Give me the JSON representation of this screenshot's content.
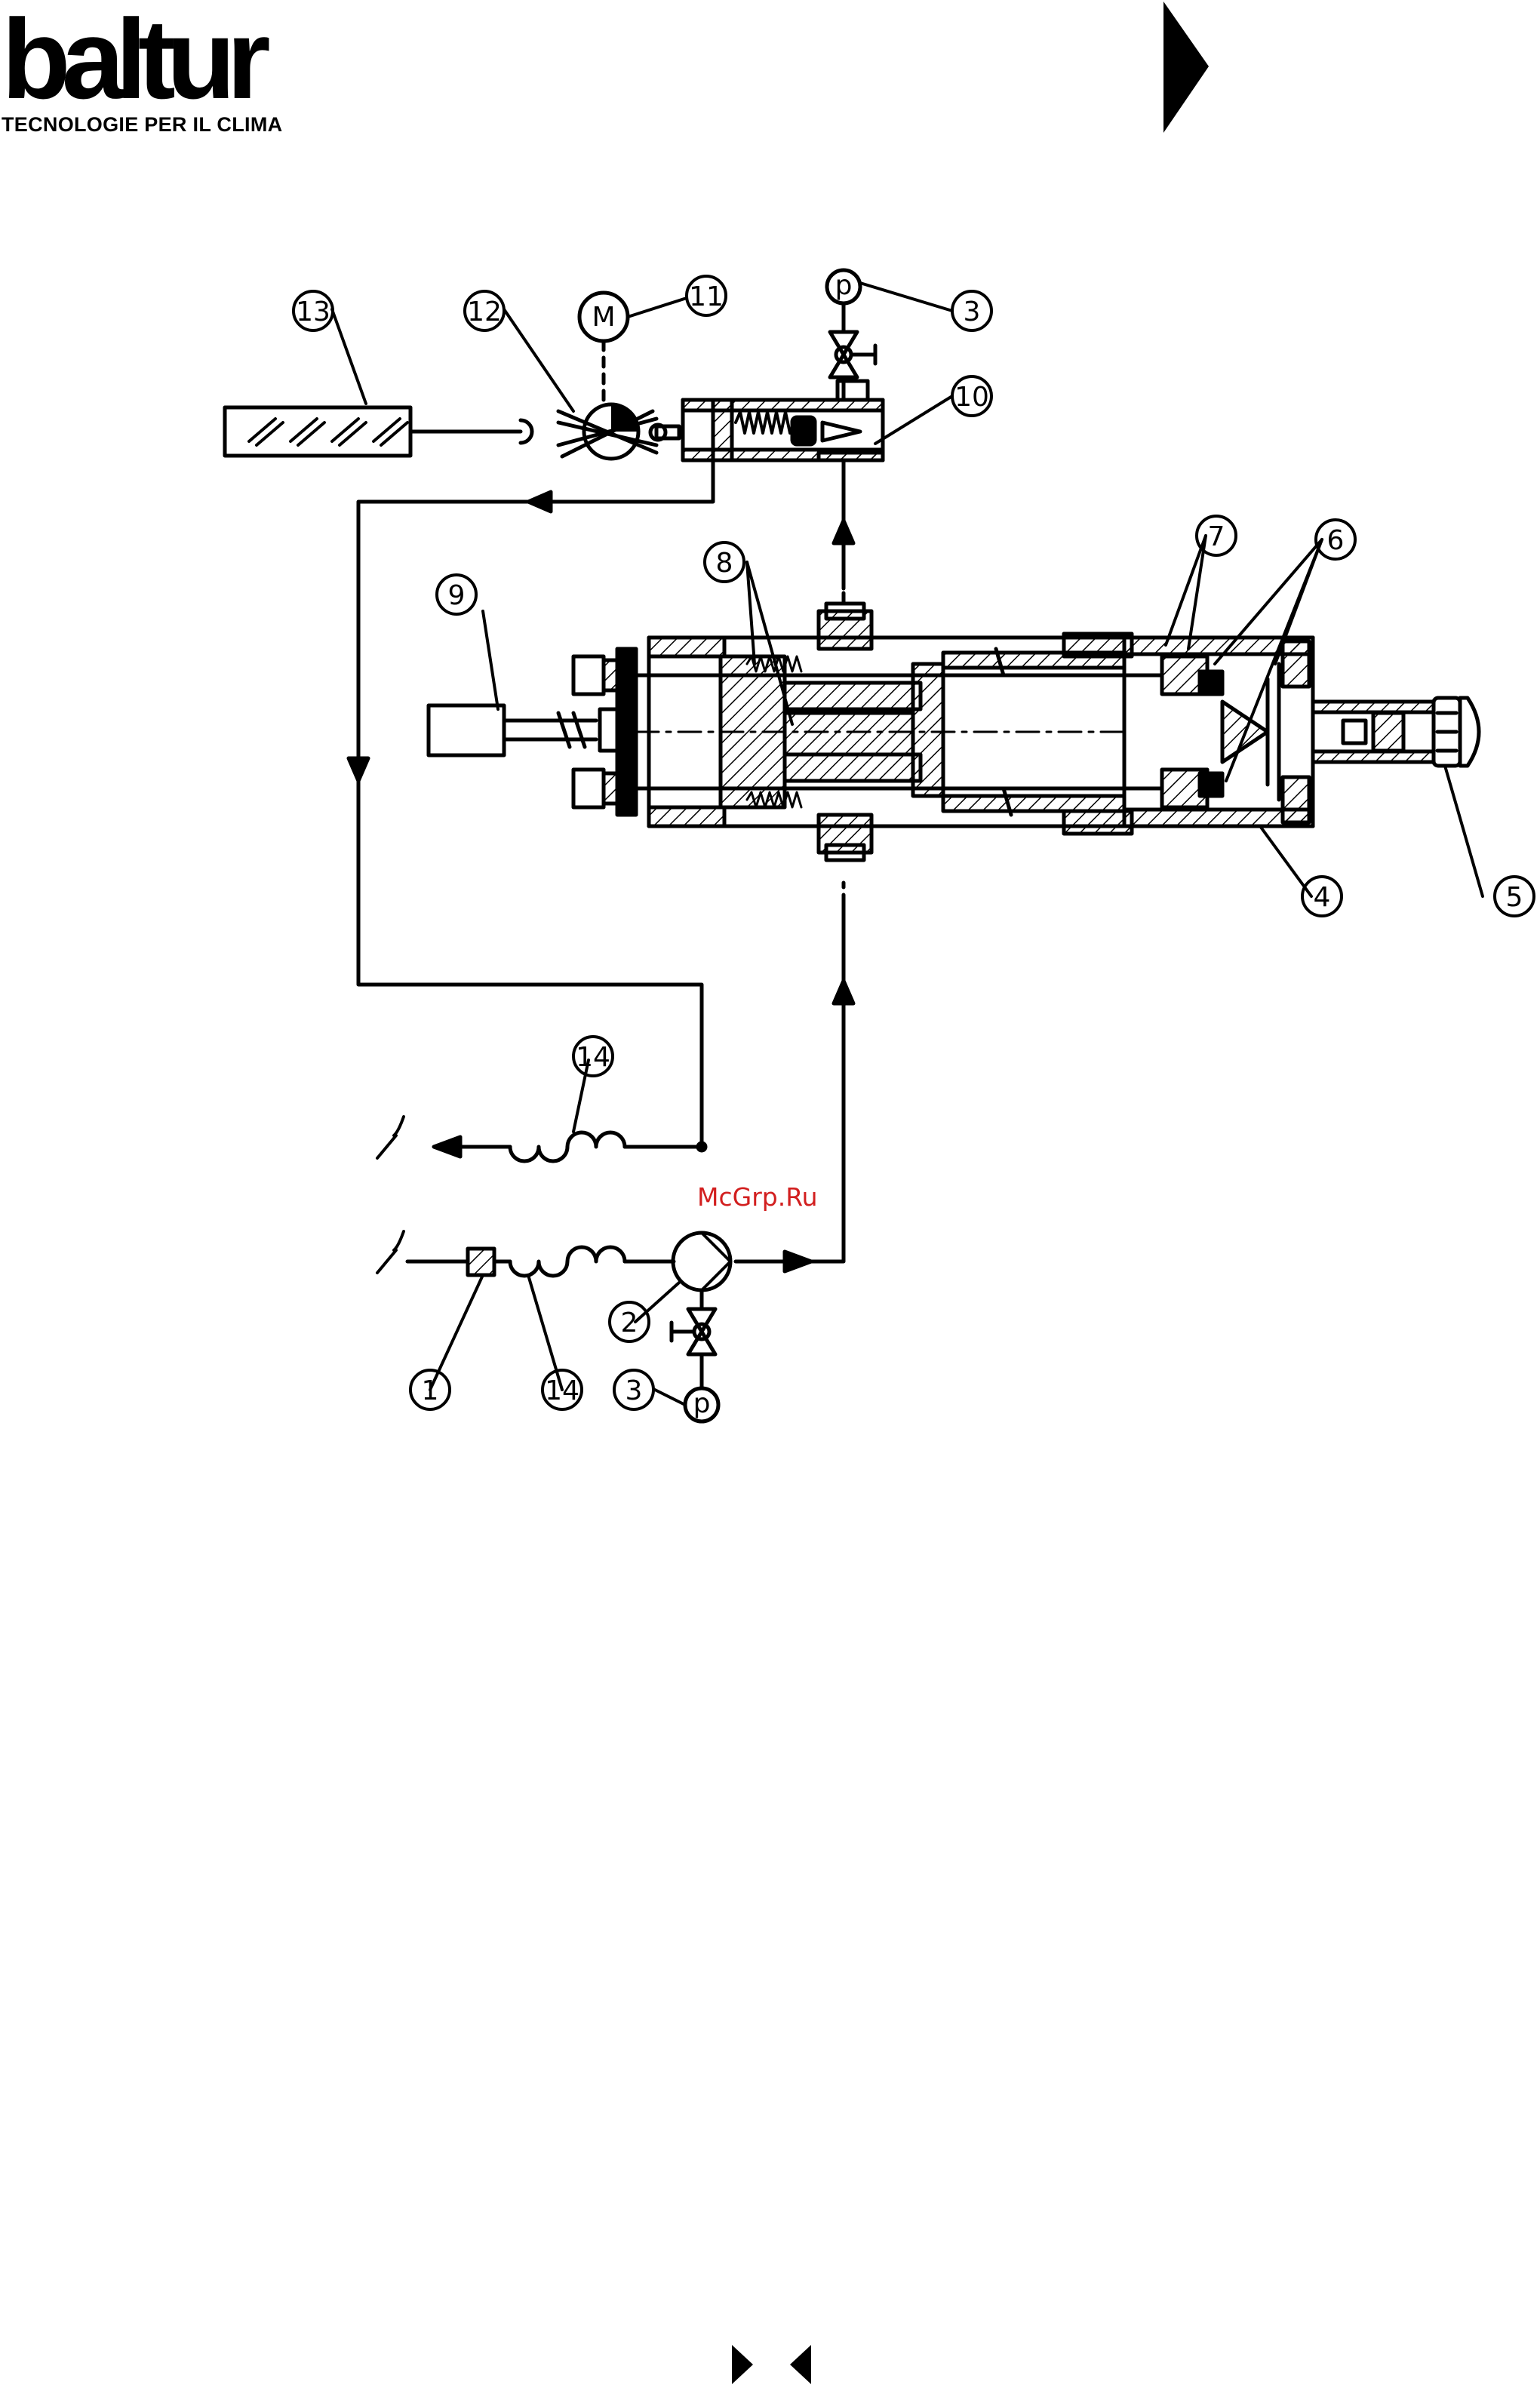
{
  "brand": {
    "logo_text": "baltur",
    "tagline": "TECNOLOGIE PER IL CLIMA"
  },
  "watermark": "McGrp.Ru",
  "callouts": {
    "c1": "1",
    "c2": "2",
    "c3a": "3",
    "c3b": "3",
    "c4": "4",
    "c5": "5",
    "c6": "6",
    "c7": "7",
    "c8": "8",
    "c9": "9",
    "c10": "10",
    "c11": "11",
    "c12": "12",
    "c13": "13",
    "c14a": "14",
    "c14b": "14"
  },
  "symbols": {
    "motor": "M",
    "pressure_gauge_top": "p",
    "pressure_gauge_bottom": "p"
  },
  "colors": {
    "line": "#000000",
    "background": "#ffffff",
    "watermark": "#d21f1f"
  }
}
